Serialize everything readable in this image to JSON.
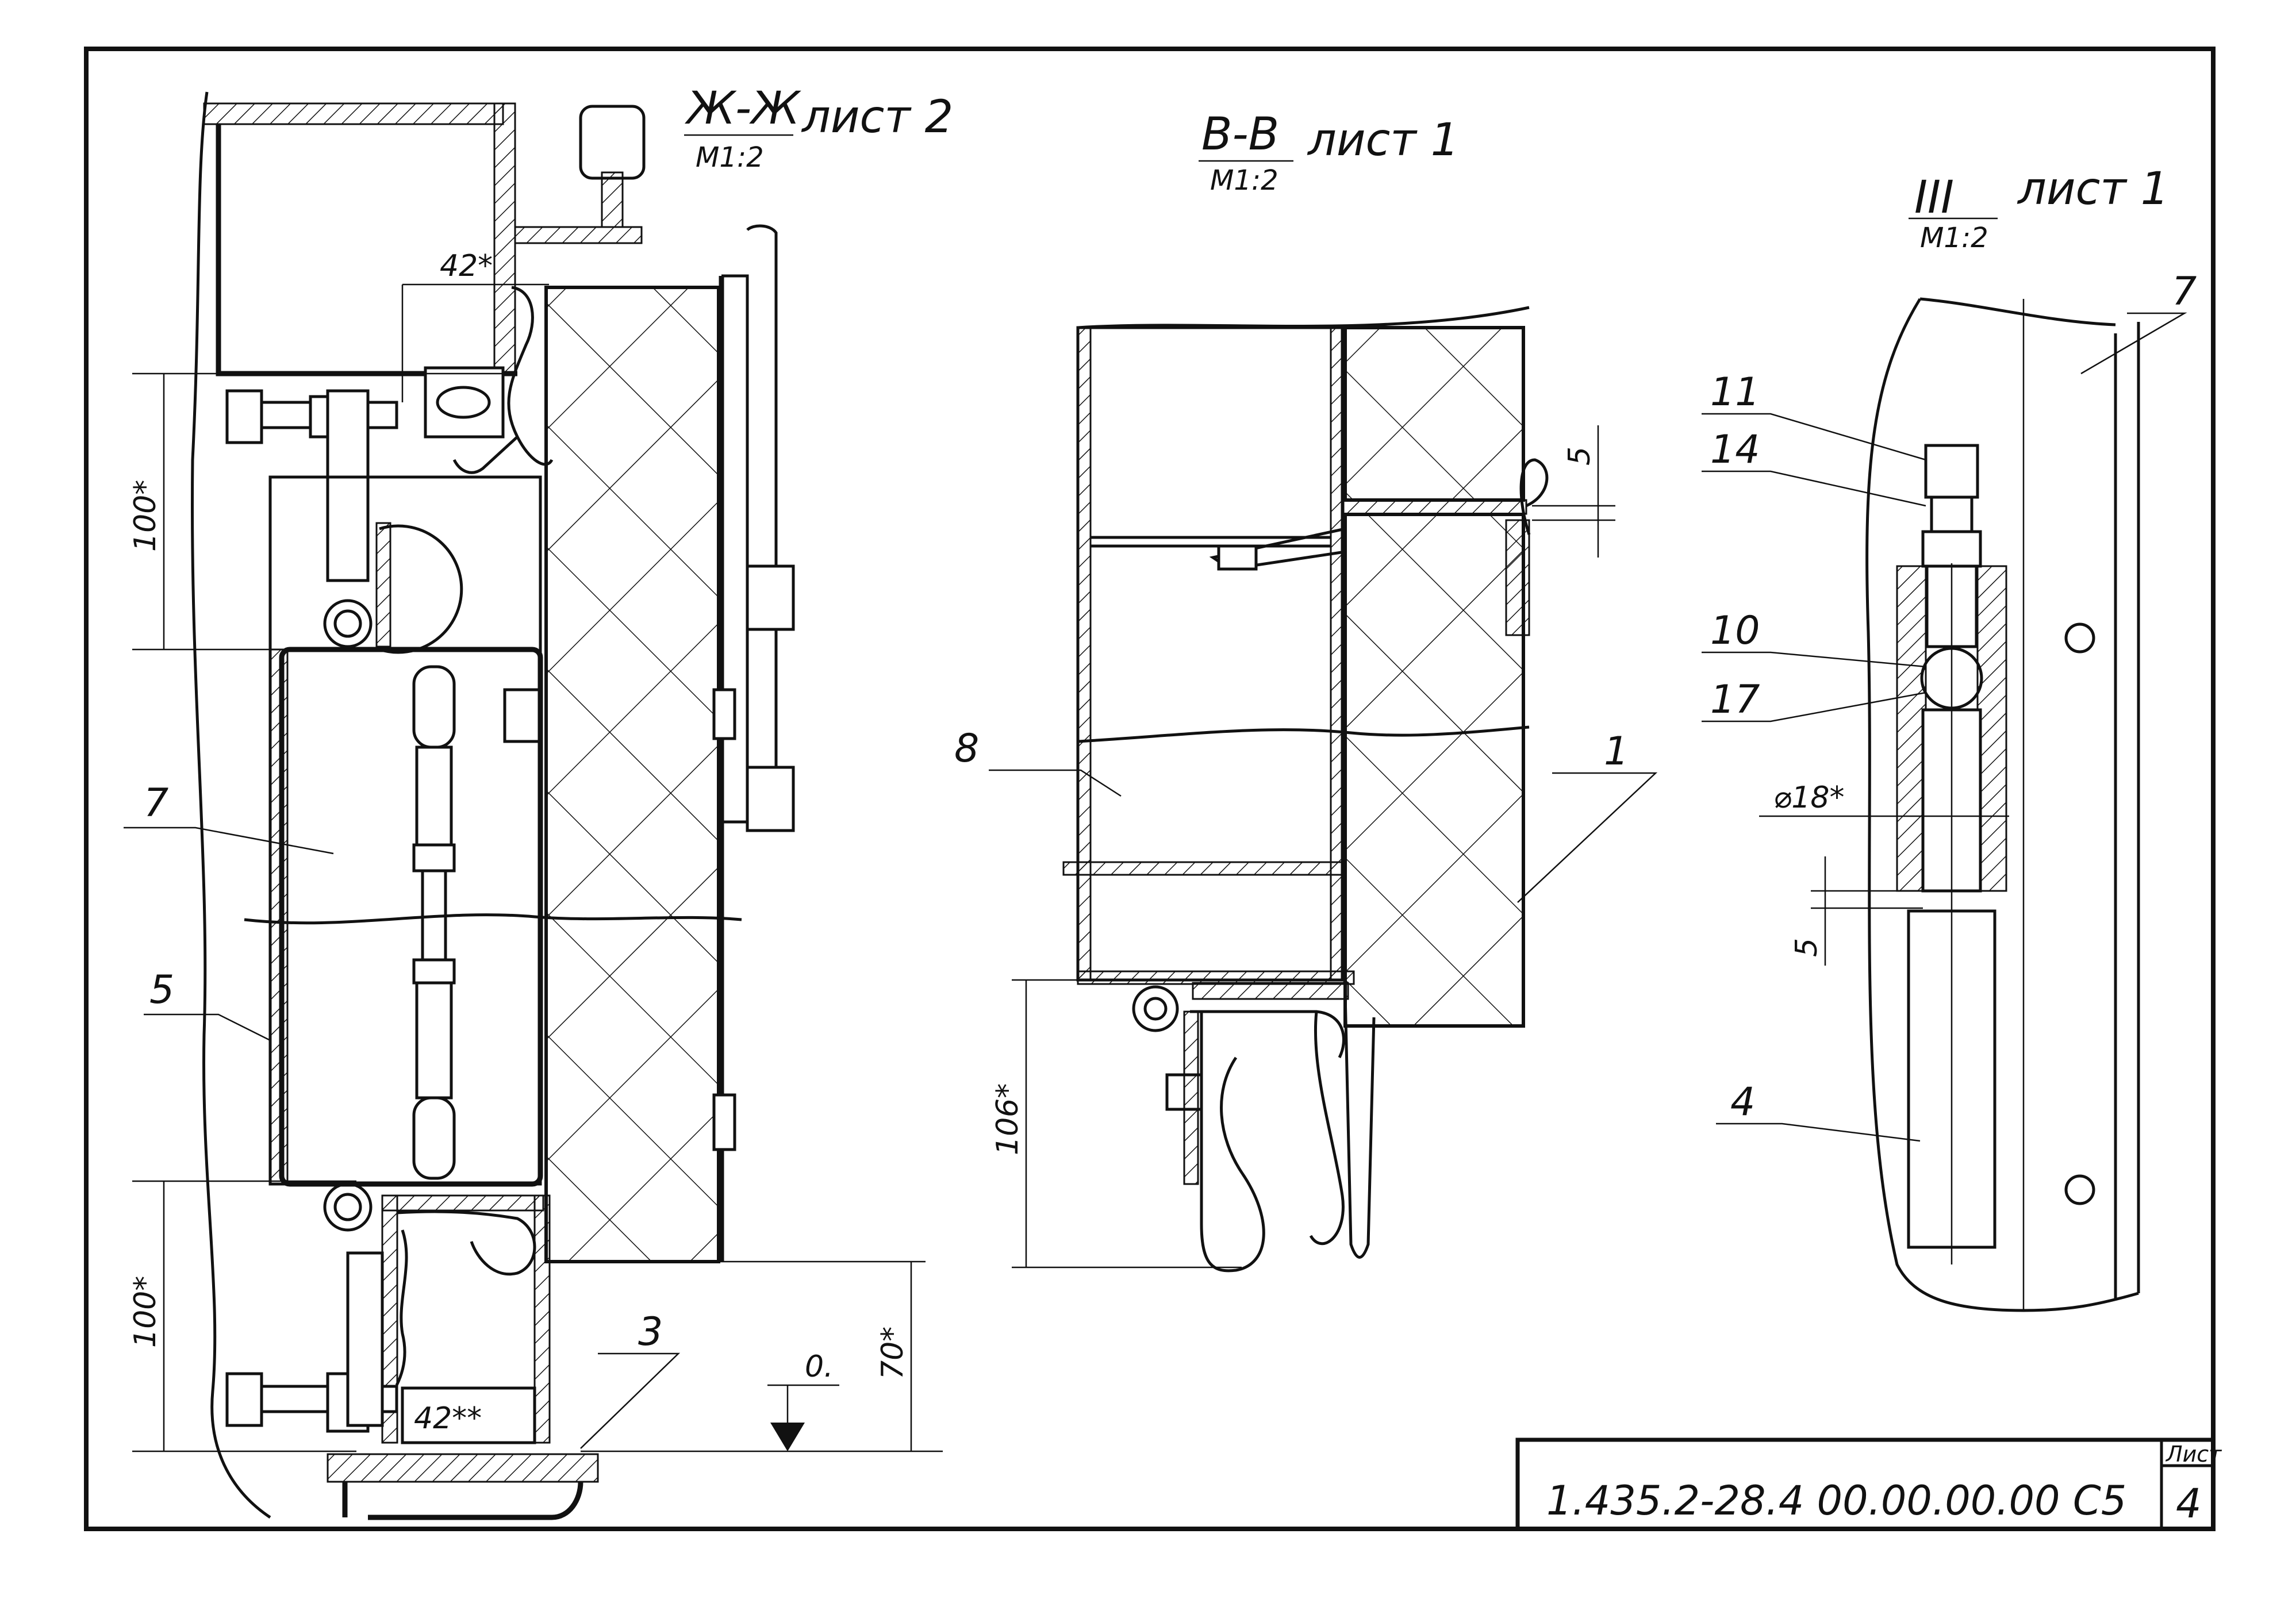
{
  "sections": {
    "zh": {
      "title": "Ж-Ж",
      "scale": "М1:2",
      "sheet": "лист 2"
    },
    "vv": {
      "title": "В-В",
      "scale": "М1:2",
      "sheet": "лист 1"
    },
    "iii": {
      "title": "III",
      "scale": "М1:2",
      "sheet": "лист 1"
    }
  },
  "positions": {
    "p1": "1",
    "p3": "3",
    "p4": "4",
    "p5": "5",
    "p7a": "7",
    "p7b": "7",
    "p8": "8",
    "p10": "10",
    "p11": "11",
    "p14": "14",
    "p17": "17"
  },
  "dimensions": {
    "d42_top": "42*",
    "d100_top": "100*",
    "d100_bottom": "100*",
    "d42_bottom": "42**",
    "d70": "70*",
    "d106": "106*",
    "d5_vv": "5",
    "d5_iii": "5",
    "dia18": "⌀18*",
    "level": "0."
  },
  "title_block": {
    "code": "1.435.2-28.4 00.00.00.00 С5",
    "sheet_label": "Лист",
    "sheet_number": "4"
  }
}
